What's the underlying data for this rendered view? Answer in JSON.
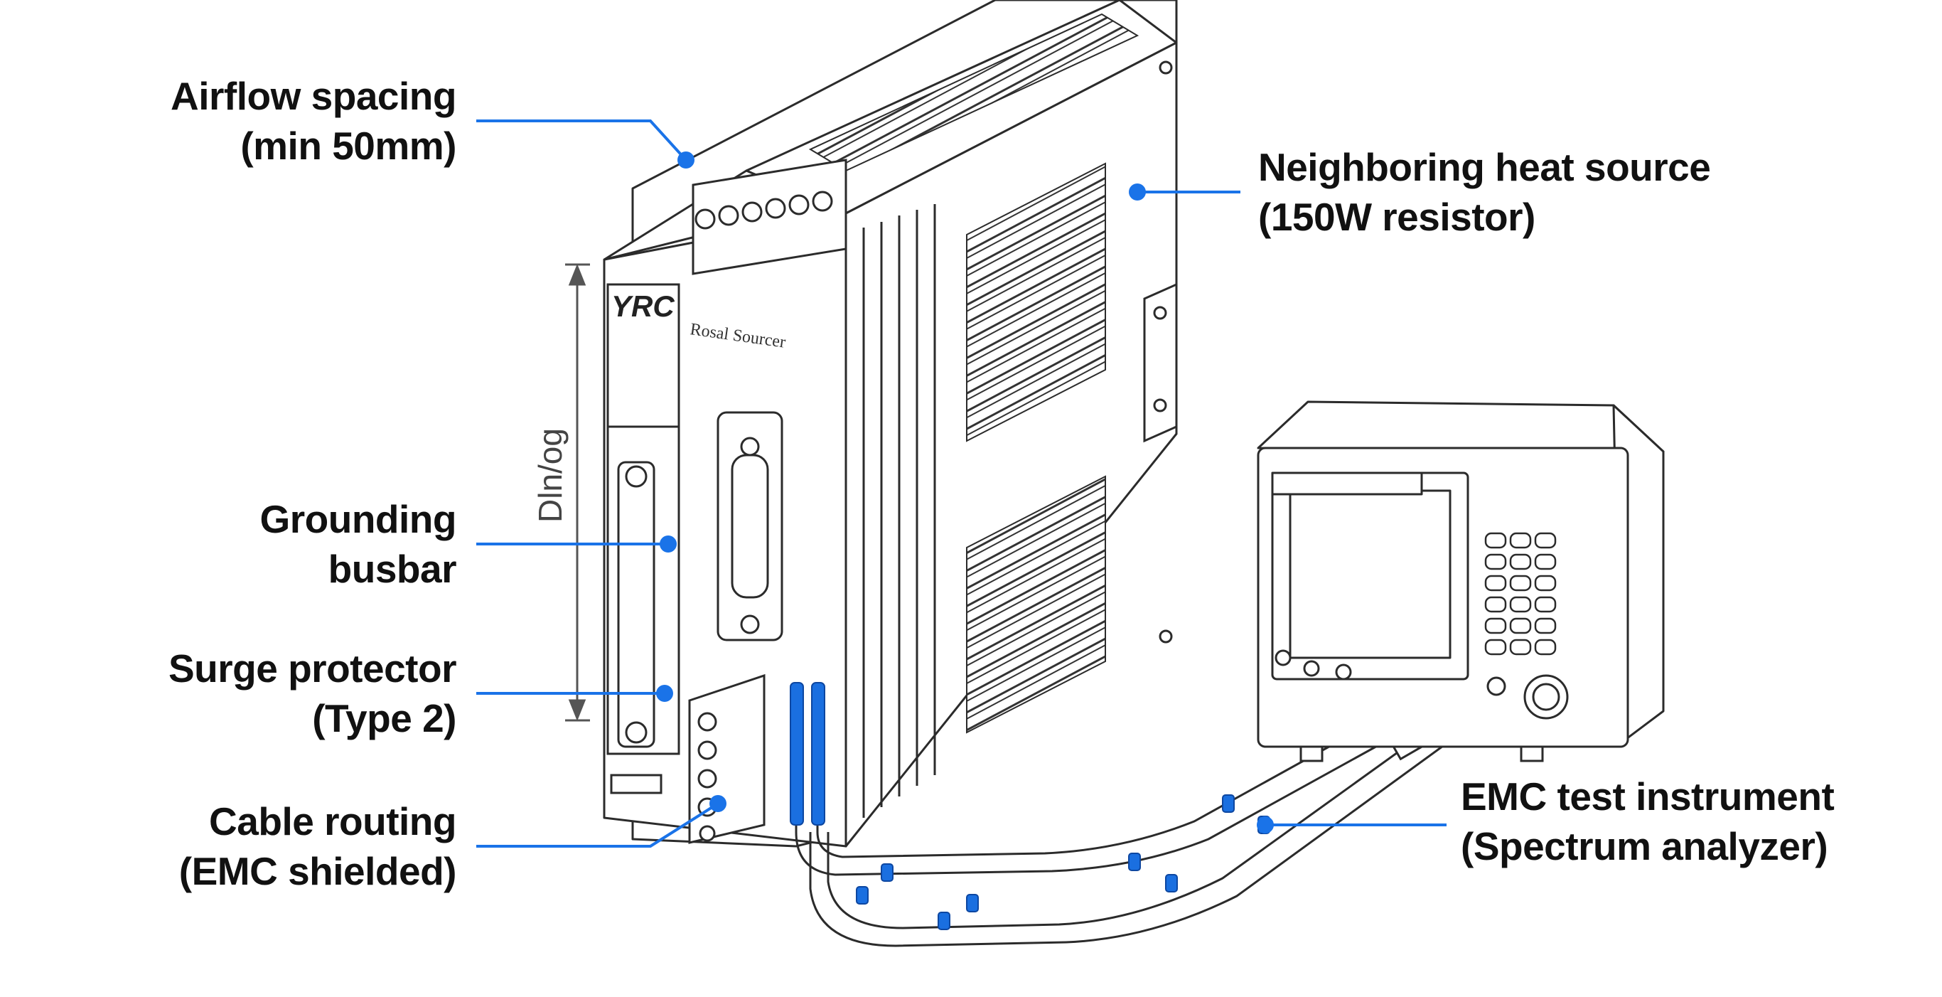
{
  "colors": {
    "leader": "#1a73e8",
    "line_art": "#2b2b2b",
    "text": "#111111",
    "cable_band": "#1a6fe0"
  },
  "labels": {
    "airflow": {
      "line1": "Airflow spacing",
      "line2": "(min 50mm)"
    },
    "grounding": {
      "line1": "Grounding",
      "line2": "busbar"
    },
    "surge": {
      "line1": "Surge protector",
      "line2": "(Type 2)"
    },
    "cable": {
      "line1": "Cable routing",
      "line2": "(EMC shielded)"
    },
    "heat": {
      "line1": "Neighboring heat source",
      "line2": "(150W resistor)"
    },
    "emc": {
      "line1": "EMC test instrument",
      "line2": "(Spectrum analyzer)"
    }
  },
  "device": {
    "logo": "YRC",
    "model_text": "Rosal Sourcer",
    "dimension_label": "Dln/og"
  },
  "icons": [
    "vent-grille-icon",
    "terminal-block-icon",
    "db25-connector-icon",
    "spectrum-analyzer-icon",
    "keypad-icon",
    "rotary-knob-icon",
    "shielded-cable-icon"
  ]
}
